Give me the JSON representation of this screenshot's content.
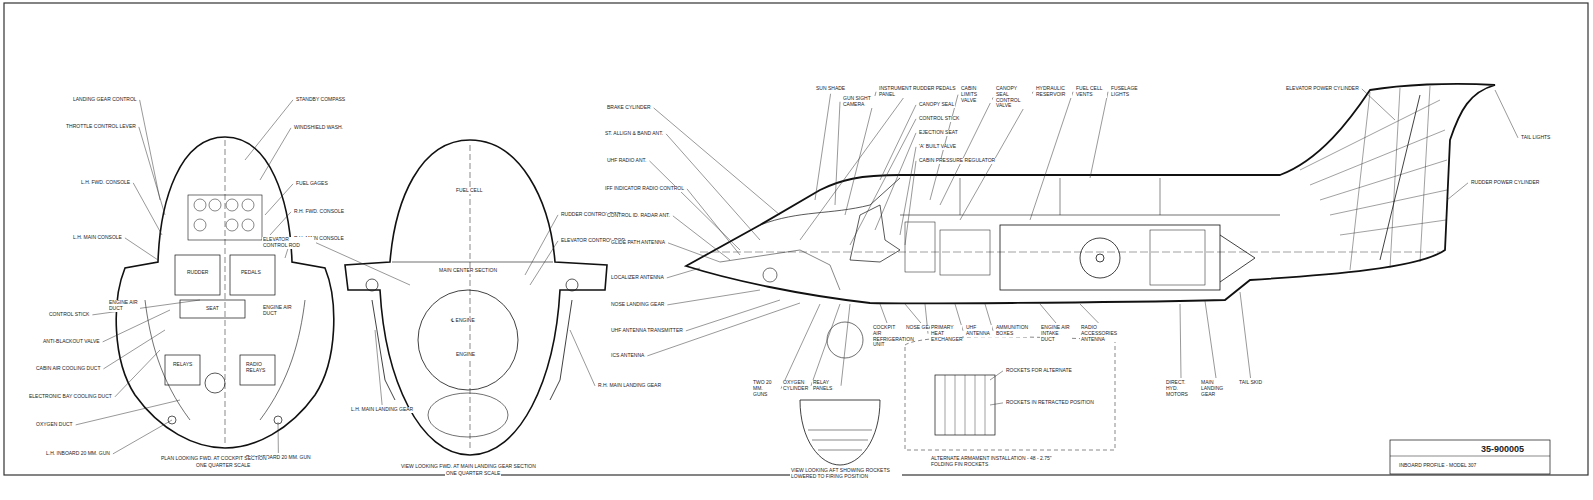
{
  "diagram": {
    "labels": [
      "LANDING GEAR CONTROL",
      "THROTTLE CONTROL LEVER",
      "L.H. FWD. CONSOLE",
      "L.H. MAIN CONSOLE",
      "CONTROL STICK",
      "ENGINE AIR DUCT",
      "ANTI-BLACKOUT VALVE",
      "CABIN AIR COOLING DUCT",
      "ELECTRONIC BAY COOLING DUCT",
      "OXYGEN DUCT",
      "L.H. INBOARD 20 MM. GUN",
      "STANDBY COMPASS",
      "WINDSHIELD WASH.",
      "FUEL GAGES",
      "R.H. FWD. CONSOLE",
      "R.H. MAIN CONSOLE",
      "ENGINE AIR DUCT",
      "R.H. INBOARD 20 MM. GUN",
      "RUDDER",
      "PEDALS",
      "SEAT",
      "RELAYS",
      "RADIO RELAYS",
      "PLAN LOOKING FWD. AT COCKPIT SECTION",
      "ONE QUARTER SCALE",
      "FUEL CELL",
      "MAIN CENTER SECTION",
      "℄ ENGINE",
      "ENGINE",
      "ELEVATOR CONTROL ROD",
      "RUDDER CONTROL ROD",
      "ELEVATOR CONTROL ROD",
      "L.H. MAIN LANDING GEAR",
      "R.H. MAIN LANDING GEAR",
      "VIEW LOOKING FWD. AT MAIN LANDING GEAR SECTION",
      "ONE QUARTER SCALE",
      "BRAKE CYLINDER",
      "ST. ALLIGN & BAND ANT.",
      "UHF RADIO ANT.",
      "IFF INDICATOR RADIO CONTROL",
      "CONTROL ID. RADAR ANT.",
      "GLIDE PATH ANTENNA",
      "LOCALIZER ANTENNA",
      "NOSE LANDING GEAR",
      "UHF ANTENNA TRANSMITTER",
      "ICS ANTENNA",
      "SUN SHADE",
      "GUN SIGHT CAMERA",
      "INSTRUMENT PANEL",
      "RUDDER PEDALS",
      "CANOPY SEAL",
      "CONTROL STICK",
      "EJECTION SEAT",
      "'A' BUILT VALVE",
      "CABIN PRESSURE REGULATOR",
      "CABIN LIMITS VALVE",
      "CANOPY SEAL CONTROL VALVE",
      "HYDRAULIC RESERVOIR",
      "FUEL CELL VENTS",
      "FUSELAGE LIGHTS",
      "ELEVATOR POWER CYLINDER",
      "TAIL LIGHTS",
      "RUDDER POWER CYLINDER",
      "TWO 20 MM. GUNS",
      "OXYGEN CYLINDER",
      "RELAY PANELS",
      "COCKPIT AIR REFRIGERATION UNIT",
      "NOSE GEAR",
      "PRIMARY HEAT EXCHANGER",
      "UHF ANTENNA",
      "AMMUNITION BOXES",
      "ENGINE AIR INTAKE DUCT",
      "RADIO ACCESSORIES ANTENNA",
      "DIRECT. HYD. MOTORS",
      "MAIN LANDING GEAR",
      "TAIL SKID",
      "VIEW LOOKING AFT SHOWING ROCKETS LOWERED TO FIRING POSITION",
      "ROCKETS FOR ALTERNATE",
      "ROCKETS IN RETRACTED POSITION",
      "ALTERNATE ARMAMENT INSTALLATION - 48 - 2.75\" FOLDING FIN ROCKETS",
      "INBOARD PROFILE - MODEL 307",
      "35-900005"
    ]
  }
}
